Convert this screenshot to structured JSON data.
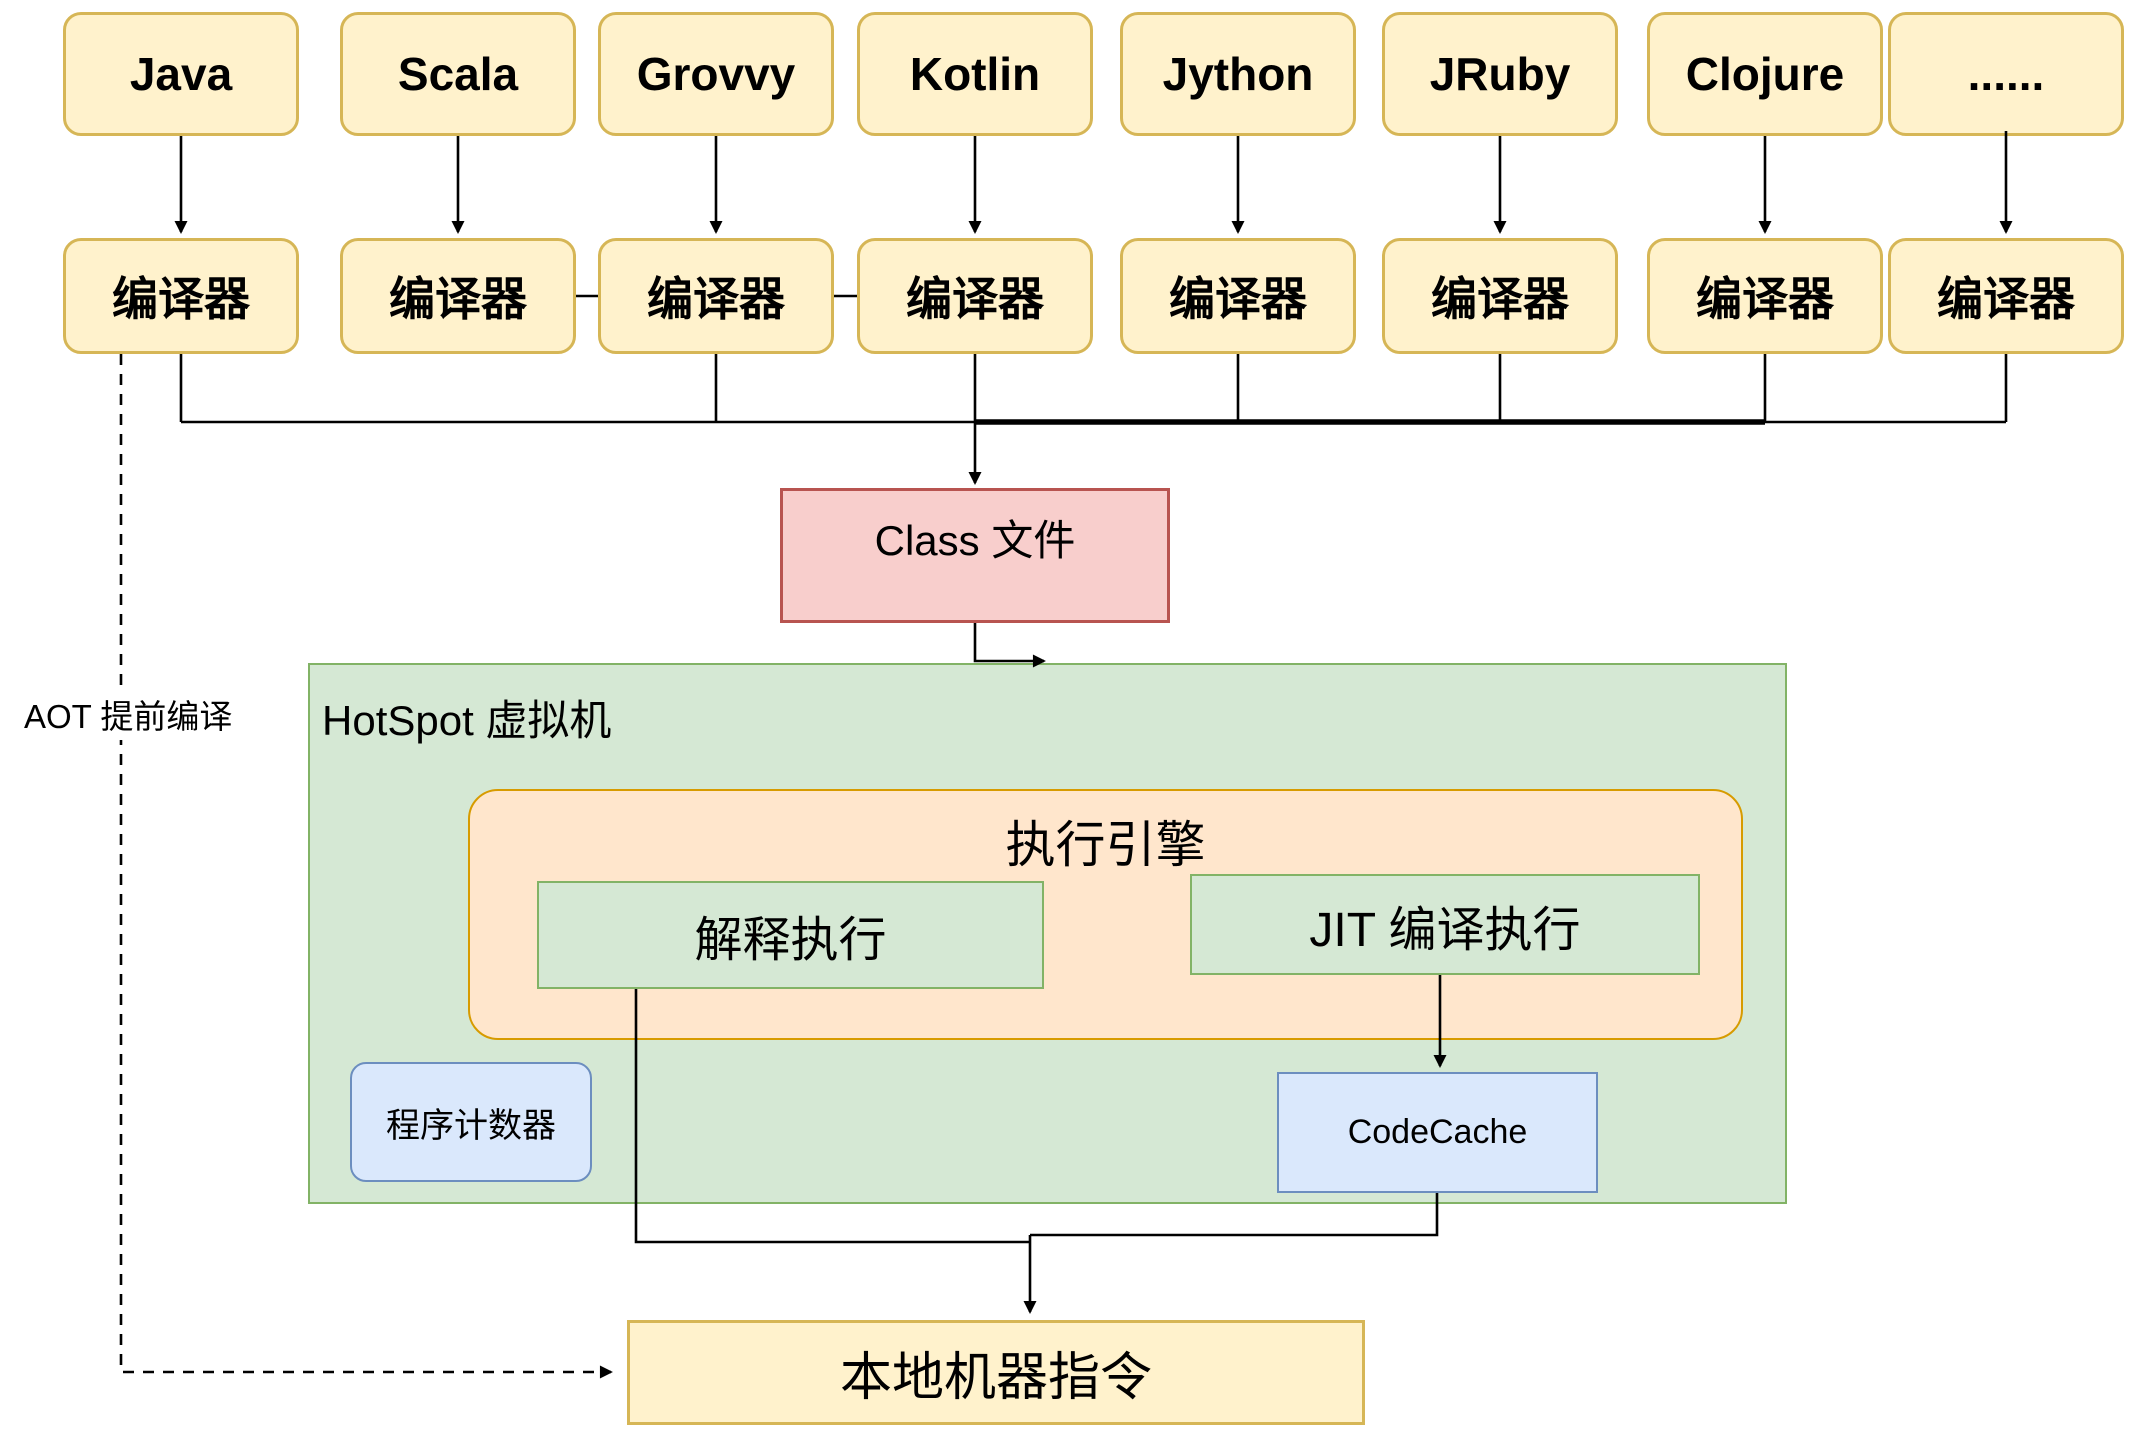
{
  "languages": [
    "Java",
    "Scala",
    "Grovvy",
    "Kotlin",
    "Jython",
    "JRuby",
    "Clojure",
    "......"
  ],
  "compilers": [
    "编译器",
    "编译器",
    "编译器",
    "编译器",
    "编译器",
    "编译器",
    "编译器",
    "编译器"
  ],
  "class_file": {
    "label": "Class 文件"
  },
  "hotspot": {
    "label": "HotSpot 虚拟机"
  },
  "execution_engine": {
    "label": "执行引擎"
  },
  "interpreter": {
    "label": "解释执行"
  },
  "jit": {
    "label": "JIT 编译执行"
  },
  "pc_register": {
    "label": "程序计数器"
  },
  "code_cache": {
    "label": "CodeCache"
  },
  "native_instructions": {
    "label": "本地机器指令"
  },
  "aot": {
    "label": "AOT 提前编译"
  },
  "colors": {
    "yellow_fill": "#FFF2CC",
    "yellow_border": "#D6B656",
    "pink_fill": "#F8CECC",
    "pink_border": "#B85450",
    "green_fill": "#D5E8D4",
    "green_border": "#82B366",
    "orange_fill": "#FFE6CC",
    "orange_border": "#D79B00",
    "blue_fill": "#DAE8FC",
    "blue_border": "#6C8EBF",
    "line": "#000000"
  }
}
